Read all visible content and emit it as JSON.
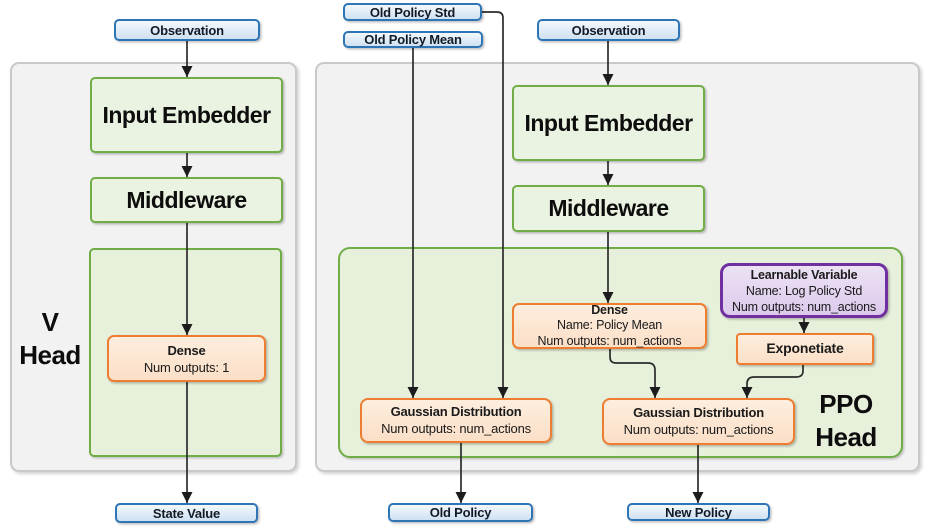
{
  "v_head": {
    "label_line1": "V",
    "label_line2": "Head",
    "observation": "Observation",
    "input_embedder": "Input Embedder",
    "middleware": "Middleware",
    "dense_title": "Dense",
    "dense_outputs": "Num outputs: 1",
    "output": "State Value"
  },
  "ppo_head": {
    "label_line1": "PPO",
    "label_line2": "Head",
    "old_policy_std": "Old Policy Std",
    "old_policy_mean": "Old Policy Mean",
    "observation": "Observation",
    "input_embedder": "Input Embedder",
    "middleware": "Middleware",
    "dense_title": "Dense",
    "dense_name": "Name: Policy Mean",
    "dense_outputs": "Num outputs: num_actions",
    "learnable_title": "Learnable Variable",
    "learnable_name": "Name: Log Policy Std",
    "learnable_outputs": "Num outputs: num_actions",
    "exponetiate": "Exponetiate",
    "gaussian_old_title": "Gaussian Distribution",
    "gaussian_old_outputs": "Num outputs: num_actions",
    "gaussian_new_title": "Gaussian Distribution",
    "gaussian_new_outputs": "Num outputs: num_actions",
    "output_old": "Old Policy",
    "output_new": "New Policy"
  },
  "colors": {
    "green_border": "#70ad47",
    "green_fill": "#eaf3e1",
    "green_panel_fill": "#e7f0db",
    "orange_border": "#ed7d31",
    "orange_fill": "#fce5d3",
    "purple_border": "#7030a0",
    "purple_fill": "#e3d5ef",
    "blue_border": "#2e75b6",
    "blue_fill": "#d9e7f5",
    "panel_fill": "#f2f2f2",
    "panel_border": "#c9c9c9",
    "line": "#2b2b2b"
  }
}
